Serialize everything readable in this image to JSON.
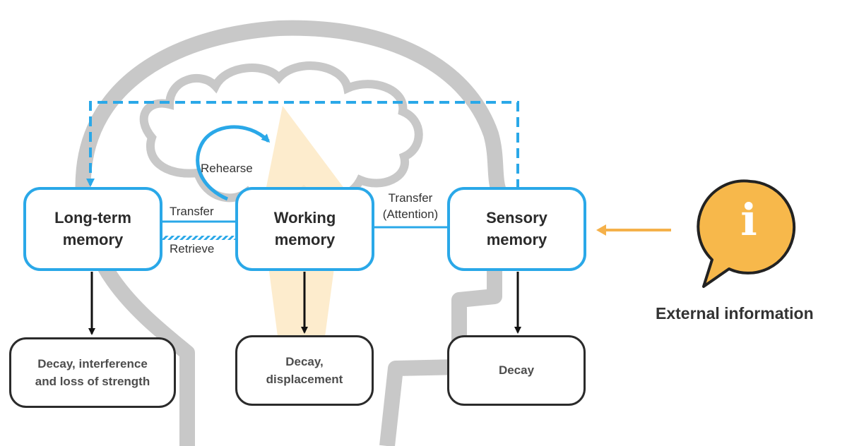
{
  "memory_boxes": {
    "long_term": "Long-term\nmemory",
    "working": "Working\nmemory",
    "sensory": "Sensory\nmemory"
  },
  "outcome_boxes": {
    "long_term": "Decay, interference\nand loss of strength",
    "working": "Decay,\ndisplacement",
    "sensory": "Decay"
  },
  "flow_labels": {
    "rehearse": "Rehearse",
    "transfer_lt": "Transfer",
    "retrieve": "Retrieve",
    "transfer_attention": "Transfer\n(Attention)"
  },
  "external": {
    "label": "External information",
    "icon": "info-speech-bubble-icon",
    "glyph": "i"
  },
  "colors": {
    "memory_border": "#2aa8e8",
    "outcome_border": "#2b2b2b",
    "head_outline": "#c8c8c8",
    "attention_beam": "#fde9c4",
    "external_arrow": "#f5b14a",
    "external_bubble": "#f7b84b"
  }
}
